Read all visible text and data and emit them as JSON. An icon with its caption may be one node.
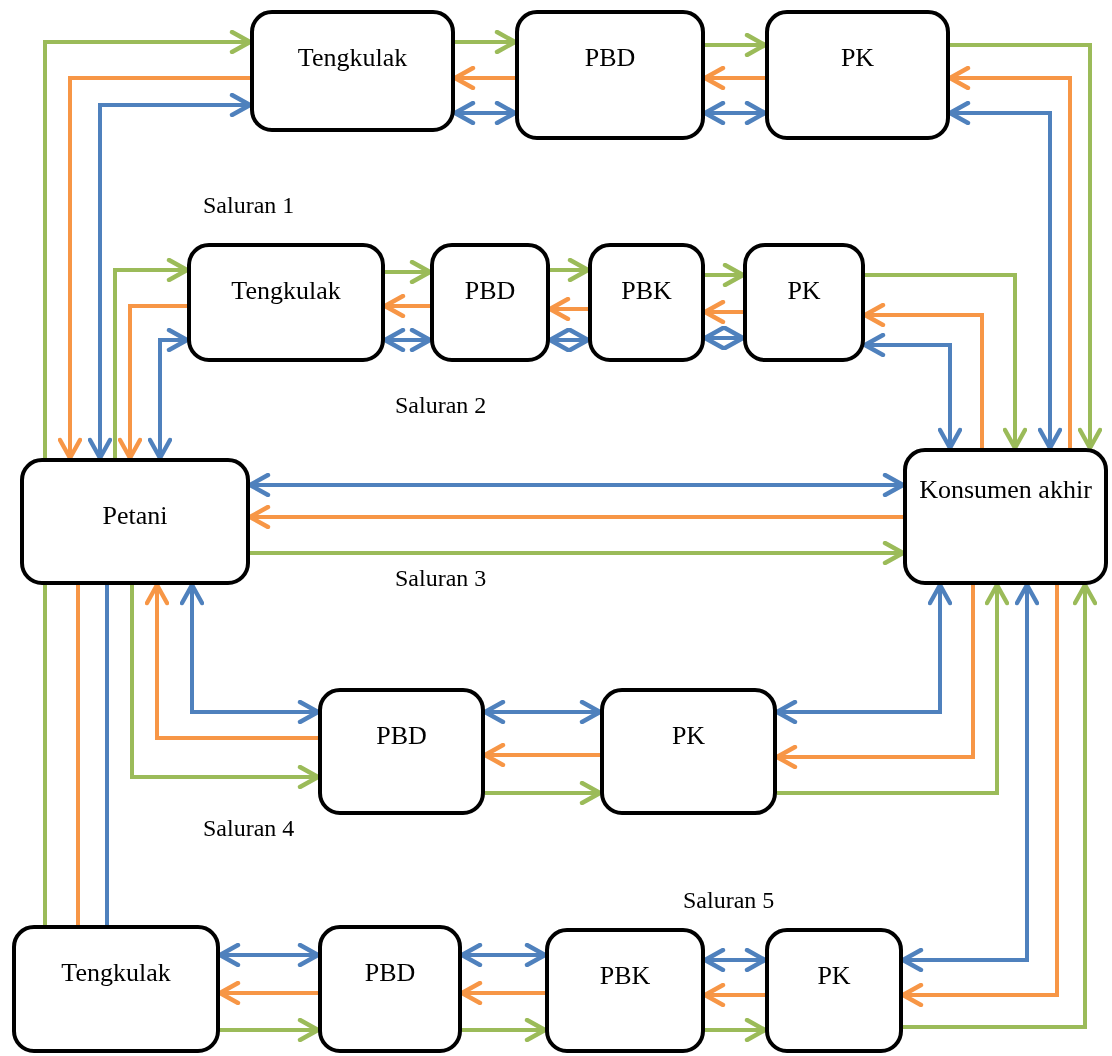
{
  "diagram": {
    "nodes": [
      {
        "text": [
          "Tengkulak"
        ]
      },
      {
        "text": [
          "PBD"
        ]
      },
      {
        "text": [
          "PK"
        ]
      },
      {
        "text": [
          "Tengkulak"
        ]
      },
      {
        "text": [
          "PBD"
        ]
      },
      {
        "text": [
          "PBK"
        ]
      },
      {
        "text": [
          "PK"
        ]
      },
      {
        "text": [
          "Petani"
        ]
      },
      {
        "text": [
          "Konsumen akhir"
        ]
      },
      {
        "text": [
          "PBD"
        ]
      },
      {
        "text": [
          "PK"
        ]
      },
      {
        "text": [
          "Tengkulak"
        ]
      },
      {
        "text": [
          "PBD"
        ]
      },
      {
        "text": [
          "PBK"
        ]
      },
      {
        "text": [
          "PK"
        ]
      }
    ],
    "edges": [
      {
        "from": 7,
        "to": 0,
        "arrow": "to",
        "color": "#9bbb59"
      },
      {
        "from": 0,
        "to": 7,
        "arrow": "to",
        "color": "#f79646"
      },
      {
        "from": 7,
        "to": 0,
        "arrow": "both",
        "color": "#4f81bd"
      },
      {
        "from": 0,
        "to": 1,
        "arrow": "to",
        "color": "#9bbb59"
      },
      {
        "from": 1,
        "to": 0,
        "arrow": "to",
        "color": "#f79646"
      },
      {
        "from": 0,
        "to": 1,
        "arrow": "both",
        "color": "#4f81bd"
      },
      {
        "from": 1,
        "to": 2,
        "arrow": "to",
        "color": "#9bbb59"
      },
      {
        "from": 2,
        "to": 1,
        "arrow": "to",
        "color": "#f79646"
      },
      {
        "from": 1,
        "to": 2,
        "arrow": "both",
        "color": "#4f81bd"
      },
      {
        "from": 2,
        "to": 8,
        "arrow": "to",
        "color": "#9bbb59"
      },
      {
        "from": 8,
        "to": 2,
        "arrow": "to",
        "color": "#f79646"
      },
      {
        "from": 2,
        "to": 8,
        "arrow": "both",
        "color": "#4f81bd"
      },
      {
        "from": 7,
        "to": 3,
        "arrow": "to",
        "color": "#9bbb59"
      },
      {
        "from": 3,
        "to": 7,
        "arrow": "to",
        "color": "#f79646"
      },
      {
        "from": 7,
        "to": 3,
        "arrow": "both",
        "color": "#4f81bd"
      },
      {
        "from": 3,
        "to": 4,
        "arrow": "to",
        "color": "#9bbb59"
      },
      {
        "from": 4,
        "to": 3,
        "arrow": "to",
        "color": "#f79646"
      },
      {
        "from": 3,
        "to": 4,
        "arrow": "both",
        "color": "#4f81bd"
      },
      {
        "from": 4,
        "to": 5,
        "arrow": "to",
        "color": "#9bbb59"
      },
      {
        "from": 5,
        "to": 4,
        "arrow": "to",
        "color": "#f79646"
      },
      {
        "from": 4,
        "to": 5,
        "arrow": "both",
        "color": "#4f81bd"
      },
      {
        "from": 5,
        "to": 6,
        "arrow": "to",
        "color": "#9bbb59"
      },
      {
        "from": 6,
        "to": 5,
        "arrow": "to",
        "color": "#f79646"
      },
      {
        "from": 5,
        "to": 6,
        "arrow": "both",
        "color": "#4f81bd"
      },
      {
        "from": 6,
        "to": 8,
        "arrow": "to",
        "color": "#9bbb59"
      },
      {
        "from": 8,
        "to": 6,
        "arrow": "to",
        "color": "#f79646"
      },
      {
        "from": 6,
        "to": 8,
        "arrow": "both",
        "color": "#4f81bd"
      },
      {
        "from": 7,
        "to": 8,
        "arrow": "both",
        "color": "#4f81bd"
      },
      {
        "from": 8,
        "to": 7,
        "arrow": "to",
        "color": "#f79646"
      },
      {
        "from": 7,
        "to": 8,
        "arrow": "to",
        "color": "#9bbb59"
      },
      {
        "from": 7,
        "to": 9,
        "arrow": "both",
        "color": "#4f81bd"
      },
      {
        "from": 9,
        "to": 7,
        "arrow": "to",
        "color": "#f79646"
      },
      {
        "from": 7,
        "to": 9,
        "arrow": "to",
        "color": "#9bbb59"
      },
      {
        "from": 9,
        "to": 10,
        "arrow": "both",
        "color": "#4f81bd"
      },
      {
        "from": 10,
        "to": 9,
        "arrow": "to",
        "color": "#f79646"
      },
      {
        "from": 9,
        "to": 10,
        "arrow": "to",
        "color": "#9bbb59"
      },
      {
        "from": 10,
        "to": 8,
        "arrow": "both",
        "color": "#4f81bd"
      },
      {
        "from": 8,
        "to": 10,
        "arrow": "to",
        "color": "#f79646"
      },
      {
        "from": 10,
        "to": 8,
        "arrow": "to",
        "color": "#9bbb59"
      },
      {
        "from": 7,
        "to": 11,
        "arrow": "none",
        "color": "#9bbb59"
      },
      {
        "from": 7,
        "to": 11,
        "arrow": "none",
        "color": "#f79646"
      },
      {
        "from": 7,
        "to": 11,
        "arrow": "none",
        "color": "#4f81bd"
      },
      {
        "from": 11,
        "to": 12,
        "arrow": "both",
        "color": "#4f81bd"
      },
      {
        "from": 12,
        "to": 11,
        "arrow": "to",
        "color": "#f79646"
      },
      {
        "from": 11,
        "to": 12,
        "arrow": "to",
        "color": "#9bbb59"
      },
      {
        "from": 12,
        "to": 13,
        "arrow": "both",
        "color": "#4f81bd"
      },
      {
        "from": 13,
        "to": 12,
        "arrow": "to",
        "color": "#f79646"
      },
      {
        "from": 12,
        "to": 13,
        "arrow": "to",
        "color": "#9bbb59"
      },
      {
        "from": 13,
        "to": 14,
        "arrow": "both",
        "color": "#4f81bd"
      },
      {
        "from": 14,
        "to": 13,
        "arrow": "to",
        "color": "#f79646"
      },
      {
        "from": 13,
        "to": 14,
        "arrow": "to",
        "color": "#9bbb59"
      },
      {
        "from": 14,
        "to": 8,
        "arrow": "both",
        "color": "#4f81bd"
      },
      {
        "from": 8,
        "to": 14,
        "arrow": "to",
        "color": "#f79646"
      },
      {
        "from": 14,
        "to": 8,
        "arrow": "to",
        "color": "#9bbb59"
      }
    ],
    "labels": [
      "Saluran 1",
      "Saluran 2",
      "Saluran 3",
      "Saluran 4",
      "Saluran 5"
    ]
  }
}
